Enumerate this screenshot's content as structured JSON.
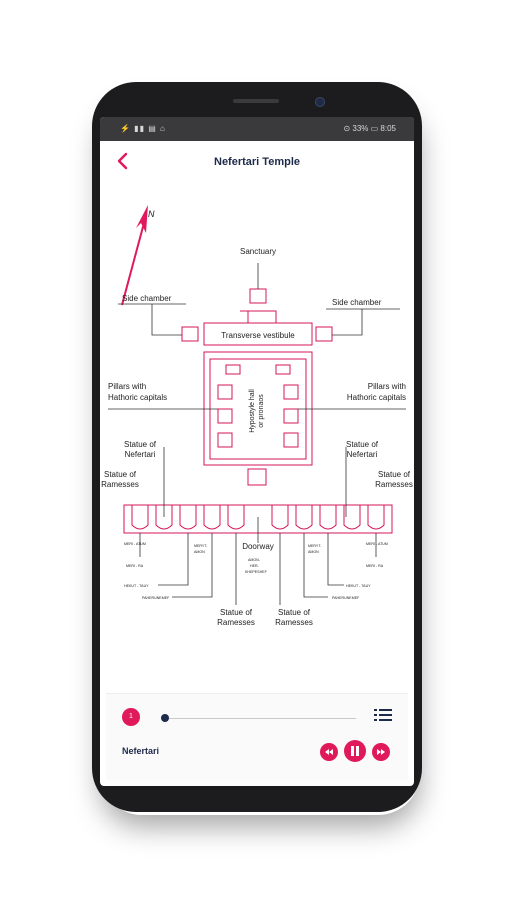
{
  "status": {
    "left_icons": "⚡ ▮▮ ▤ ⌂",
    "right_text": "⊙ 33% ▭ 8:05"
  },
  "header": {
    "title": "Nefertari Temple",
    "back_icon": "chevron-left-icon"
  },
  "compass": {
    "letter": "N"
  },
  "map": {
    "sanctuary": "Sanctuary",
    "side_chamber_left": "Side chamber",
    "side_chamber_right": "Side chamber",
    "transverse_vestibule": "Transverse vestibule",
    "pillars_left_1": "Pillars with",
    "pillars_left_2": "Hathoric capitals",
    "pillars_right_1": "Pillars with",
    "pillars_right_2": "Hathoric capitals",
    "hypostyle_1": "Hypostyle hall",
    "hypostyle_2": "or pronaos",
    "statue_nefertari_left_1": "Statue of",
    "statue_nefertari_left_2": "Nefertari",
    "statue_nefertari_right_1": "Statue of",
    "statue_nefertari_right_2": "Nefertari",
    "statue_ramesses_left_1": "Statue of",
    "statue_ramesses_left_2": "Ramesses",
    "statue_ramesses_right_1": "Statue of",
    "statue_ramesses_right_2": "Ramesses",
    "doorway": "Doorway",
    "meri_atum_left": "MERI - ATUM",
    "meri_atum_right": "MERI - ATUM",
    "meri_ra_left": "MERI - RA",
    "meri_ra_right": "MERI - RA",
    "meryt_amon_left_1": "MERYT-",
    "meryt_amon_left_2": "AMON",
    "meryt_amon_right_1": "MERYT-",
    "meryt_amon_right_2": "AMON",
    "hekut_tauy_left": "HEKUT - TAUY",
    "hekut_tauy_right": "HEKUT - TAUY",
    "amon_1": "AMON-",
    "amon_2": "HER-",
    "amon_3": "KHEPESHEF",
    "pahrer_left": "PAHERUNEMEF",
    "pahrer_right": "PAHERUNEMEF",
    "statue_bottom_left_1": "Statue of",
    "statue_bottom_left_2": "Ramesses",
    "statue_bottom_right_1": "Statue of",
    "statue_bottom_right_2": "Ramesses"
  },
  "player": {
    "track_number": "1",
    "track_name": "Nefertari",
    "progress": 0.0
  },
  "colors": {
    "accent": "#e0195a",
    "text_dark": "#1e2a4a"
  }
}
